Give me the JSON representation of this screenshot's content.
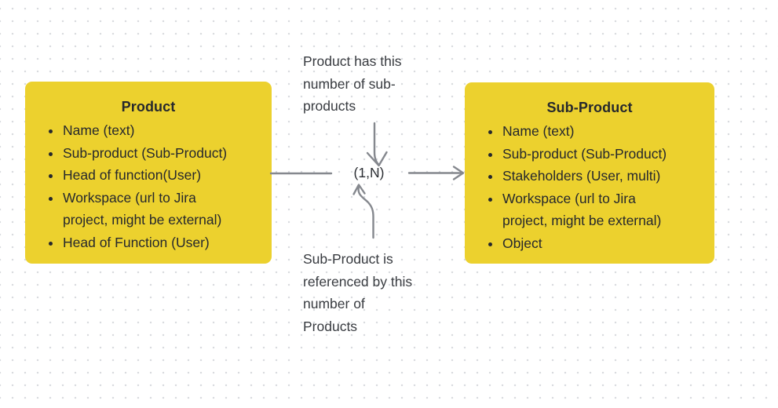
{
  "canvas": {
    "background_color": "#ffffff",
    "dot_grid_color": "#d9dbdf"
  },
  "entities": [
    {
      "title": "Product",
      "fill_color": "#ecd12e",
      "attributes": [
        "Name (text)",
        "Sub-product (Sub-Product)",
        "Head of function(User)",
        "Workspace (url to Jira\nproject, might be external)",
        "Head of Function (User)"
      ]
    },
    {
      "title": "Sub-Product",
      "fill_color": "#ecd12e",
      "attributes": [
        "Name (text)",
        "Sub-product (Sub-Product)",
        "Stakeholders (User, multi)",
        "Workspace (url to Jira\nproject, might be external)",
        "Object"
      ]
    }
  ],
  "connector": {
    "label": "(1,N)",
    "color": "#85888e"
  },
  "annotations": {
    "top": "Product has this\nnumber of sub-\nproducts",
    "bottom": "Sub-Product is\nreferenced by this\nnumber of\nProducts"
  }
}
